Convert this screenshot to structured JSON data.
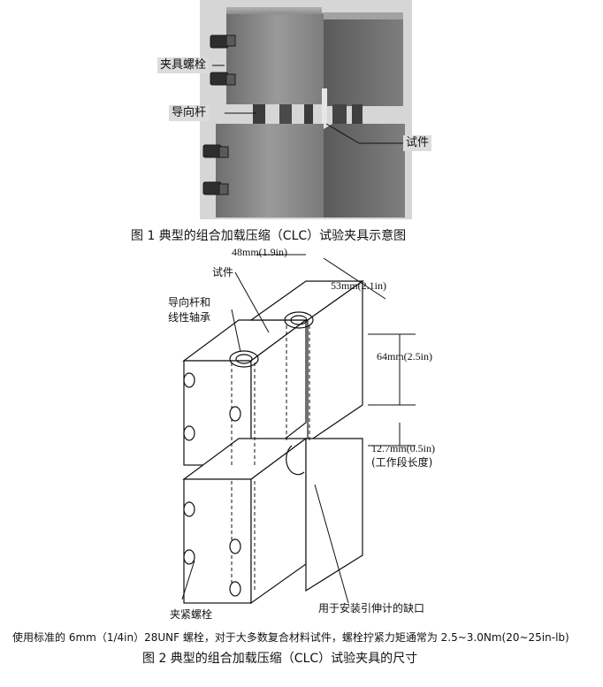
{
  "figure1": {
    "labels": {
      "clamp_bolt": "夹具螺栓",
      "guide_rod": "导向杆",
      "specimen": "试件"
    },
    "caption": "图 1   典型的组合加载压缩（CLC）试验夹具示意图"
  },
  "figure2": {
    "dimensions": {
      "width": "48mm(1.9in)",
      "depth": "53mm(2.1in)",
      "height": "64mm(2.5in)",
      "gauge_value": "12.7mm(0.5in)",
      "gauge_text": "(工作段长度)"
    },
    "labels": {
      "specimen": "试件",
      "guide_rod_line1": "导向杆和",
      "guide_rod_line2": "线性轴承",
      "clamp_bolt": "夹紧螺栓",
      "extensometer_notch": "用于安装引伸计的缺口"
    },
    "note": "使用标准的 6mm（1/4in）28UNF 螺栓，对于大多数复合材料试件，螺栓拧紧力矩通常为 2.5~3.0Nm(20~25in-lb)",
    "caption": "图 2   典型的组合加载压缩（CLC）试验夹具的尺寸"
  }
}
